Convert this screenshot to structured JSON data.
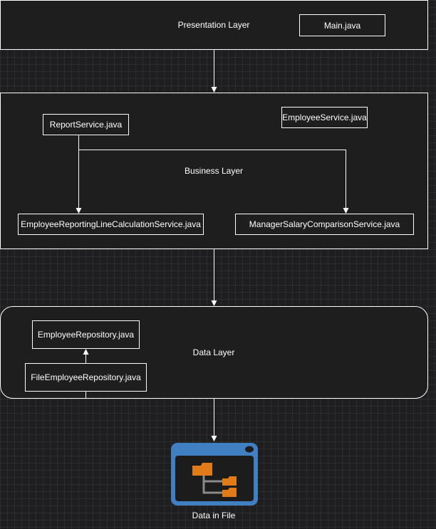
{
  "layers": {
    "presentation": {
      "title": "Presentation Layer"
    },
    "business": {
      "title": "Business Layer"
    },
    "data": {
      "title": "Data Layer"
    }
  },
  "components": {
    "main": "Main.java",
    "report_service": "ReportService.java",
    "employee_service": "EmployeeService.java",
    "reporting_line_service": "EmployeeReportingLineCalculationService.java",
    "salary_comparison_service": "ManagerSalaryComparisonService.java",
    "employee_repository": "EmployeeRepository.java",
    "file_employee_repository": "FileEmployeeRepository.java"
  },
  "storage": {
    "label": "Data in File",
    "icon": "folder-tree-window-icon",
    "colors": {
      "frame": "#3f7fc2",
      "folder": "#e07b1a"
    }
  },
  "colors": {
    "background": "#1e1e20",
    "stroke": "#ffffff"
  }
}
